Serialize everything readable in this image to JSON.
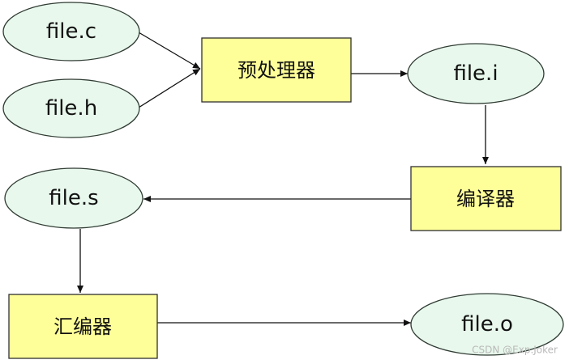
{
  "nodes": {
    "file_c": "file.c",
    "file_h": "file.h",
    "preprocessor": "预处理器",
    "file_i": "file.i",
    "compiler": "编译器",
    "file_s": "file.s",
    "assembler": "汇编器",
    "file_o": "file.o"
  },
  "watermark": "CSDN @Exp.Joker",
  "colors": {
    "ellipse_fill": "#e8f8ec",
    "box_fill": "#ffff99",
    "stroke": "#111111"
  }
}
